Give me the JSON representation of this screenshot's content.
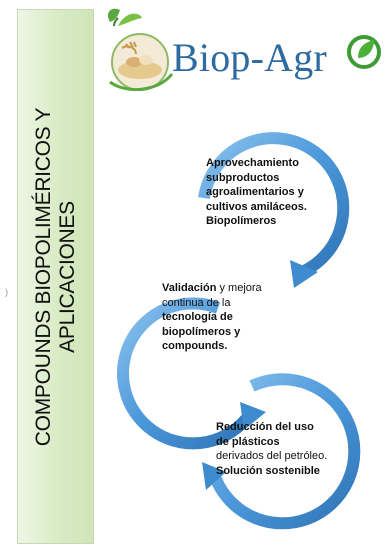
{
  "banner": {
    "line1": "COMPOUNDS BIOPOLIMÉRICOS Y",
    "line2": "APLICACIONES"
  },
  "stray_mark": ")",
  "logo": {
    "text": "Biop-Agr",
    "icon": "wheat-leaf-logo-icon",
    "end_icon": "leaf-circle-icon",
    "colors": {
      "text": "#2f6b9f",
      "leaf": "#4caf3a"
    }
  },
  "diagram": {
    "type": "circular-arrow-cycle",
    "arrow_color": "#4a97d9",
    "steps": [
      {
        "parts": [
          {
            "text": "Aprovechamiento subproductos agroalimentarios y cultivos amiláceos. Biopolímeros",
            "bold": true
          }
        ]
      },
      {
        "parts": [
          {
            "text": "Validación",
            "bold": true
          },
          {
            "text": " y mejora continua de la ",
            "bold": false
          },
          {
            "text": "tecnología de biopolímeros y compounds.",
            "bold": true
          }
        ]
      },
      {
        "parts": [
          {
            "text": "Reducción del uso de plásticos",
            "bold": true
          },
          {
            "text": " derivados del petróleo. ",
            "bold": false
          },
          {
            "text": "Solución sostenible",
            "bold": true
          }
        ]
      }
    ]
  }
}
